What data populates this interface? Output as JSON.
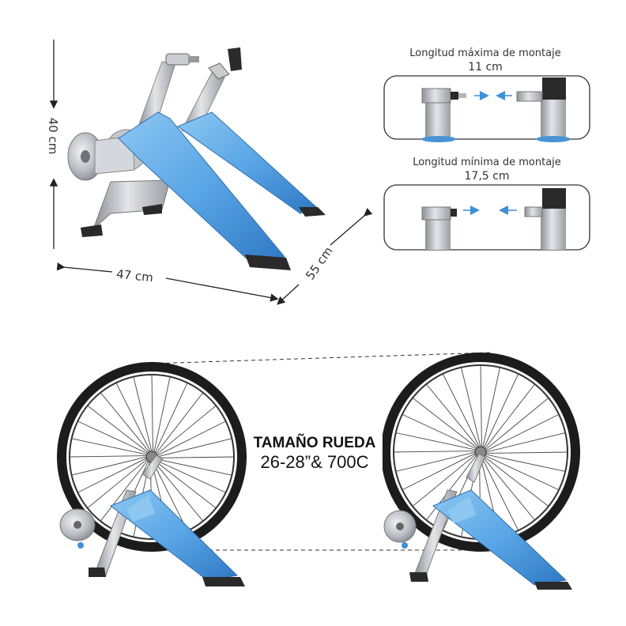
{
  "dimensions": {
    "height": "40 cm",
    "width": "47 cm",
    "depth": "55 cm"
  },
  "mounting": {
    "max_title": "Longitud máxima de montaje",
    "max_value": "11 cm",
    "min_title": "Longitud mínima de montaje",
    "min_value": "17,5 cm"
  },
  "wheel": {
    "title": "TAMAÑO RUEDA",
    "sizes": "26-28”& 700C"
  },
  "colors": {
    "frame_blue": "#5aa6e6",
    "frame_blue_dark": "#3d87cc",
    "steel": "#b9bcc0",
    "rubber": "#2a2a2a"
  }
}
